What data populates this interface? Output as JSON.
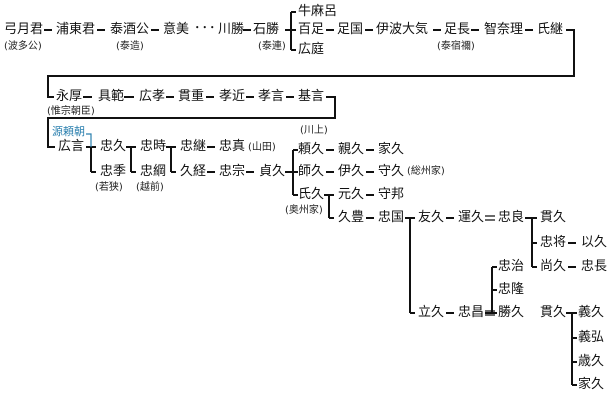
{
  "title": "秦氏・惟宗氏・島津氏 系図",
  "colors": {
    "line": "#111111",
    "minamoto_link": "#2a7fae"
  },
  "people": [
    "弓月君",
    "浦東君",
    "泰酒公",
    "意美",
    "川勝",
    "石勝",
    "牛麻呂",
    "百足",
    "広庭",
    "足国",
    "伊波大気",
    "足長",
    "智奈理",
    "氏継",
    "永厚",
    "具範",
    "広孝",
    "貫重",
    "孝近",
    "孝言",
    "基言",
    "源頼朝",
    "広言",
    "忠久",
    "忠季",
    "忠時",
    "忠綱",
    "忠継",
    "忠真",
    "久経",
    "忠宗",
    "貞久",
    "頼久",
    "親久",
    "家久",
    "師久",
    "伊久",
    "守久",
    "氏久",
    "元久",
    "守邦",
    "久豊",
    "忠国",
    "友久",
    "運久",
    "忠良",
    "貫久",
    "忠将",
    "以久",
    "尚久",
    "忠長",
    "忠治",
    "忠隆",
    "立久",
    "忠昌",
    "勝久",
    "貫久",
    "義久",
    "義弘",
    "歳久",
    "家久"
  ],
  "notes": [
    "(波多公)",
    "(泰造)",
    "(泰連)",
    "(泰宿禰)",
    "(惟宗朝臣)",
    "(若狭)",
    "(越前)",
    "(山田)",
    "(川上)",
    "(総州家)",
    "(奥州家)"
  ],
  "ellipsis": "･･･"
}
